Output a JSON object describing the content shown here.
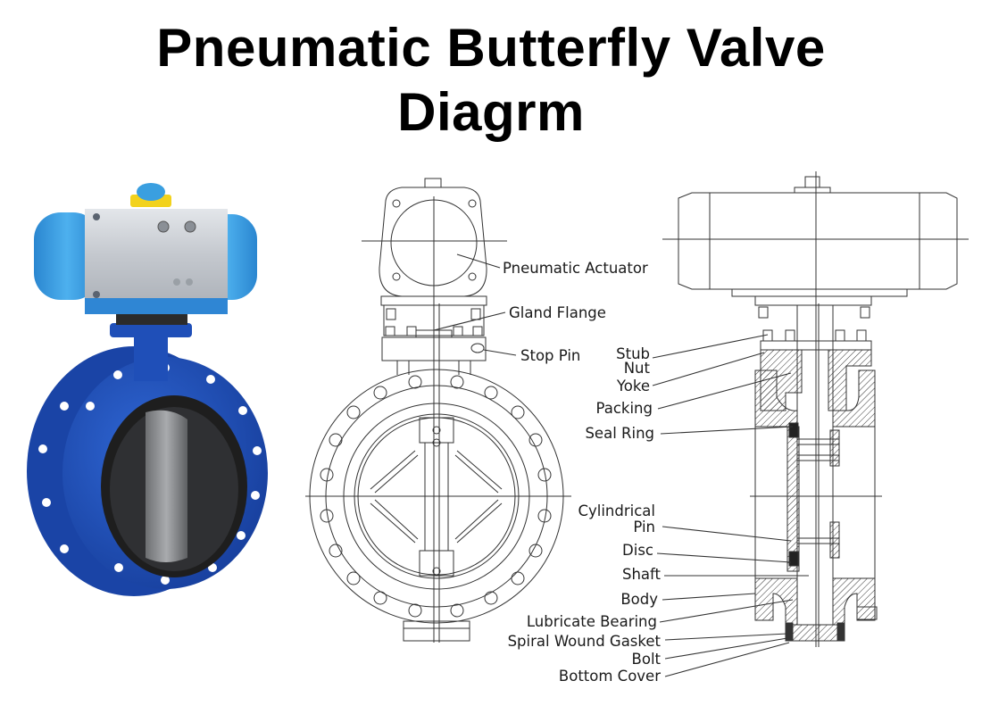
{
  "title": {
    "line1": "Pneumatic Butterfly Valve",
    "line2": "Diagrm"
  },
  "photo": {
    "description": "Blue flanged butterfly valve with blue/grey pneumatic actuator",
    "colors": {
      "body_blue": "#1f4fb8",
      "actuator_blue": "#3a9fe0",
      "actuator_grey": "#c9ccd1",
      "indicator_yellow": "#f2d21c",
      "seat_black": "#2a2a2a"
    }
  },
  "front_view": {
    "labels": [
      {
        "id": "pneumatic-actuator",
        "text": "Pneumatic Actuator"
      },
      {
        "id": "gland-flange",
        "text": "Gland Flange"
      },
      {
        "id": "stop-pin",
        "text": "Stop Pin"
      }
    ]
  },
  "section_view": {
    "labels": [
      {
        "id": "stub",
        "text": "Stub"
      },
      {
        "id": "nut",
        "text": "Nut"
      },
      {
        "id": "yoke",
        "text": "Yoke"
      },
      {
        "id": "packing",
        "text": "Packing"
      },
      {
        "id": "seal-ring",
        "text": "Seal Ring"
      },
      {
        "id": "cylindrical-pin-1",
        "text": "Cylindrical"
      },
      {
        "id": "cylindrical-pin-2",
        "text": "Pin"
      },
      {
        "id": "disc",
        "text": "Disc"
      },
      {
        "id": "shaft",
        "text": "Shaft"
      },
      {
        "id": "body",
        "text": "Body"
      },
      {
        "id": "lubricate-bearing",
        "text": "Lubricate Bearing"
      },
      {
        "id": "spiral-wound-gasket",
        "text": "Spiral Wound Gasket"
      },
      {
        "id": "bolt",
        "text": "Bolt"
      },
      {
        "id": "bottom-cover",
        "text": "Bottom Cover"
      }
    ]
  }
}
